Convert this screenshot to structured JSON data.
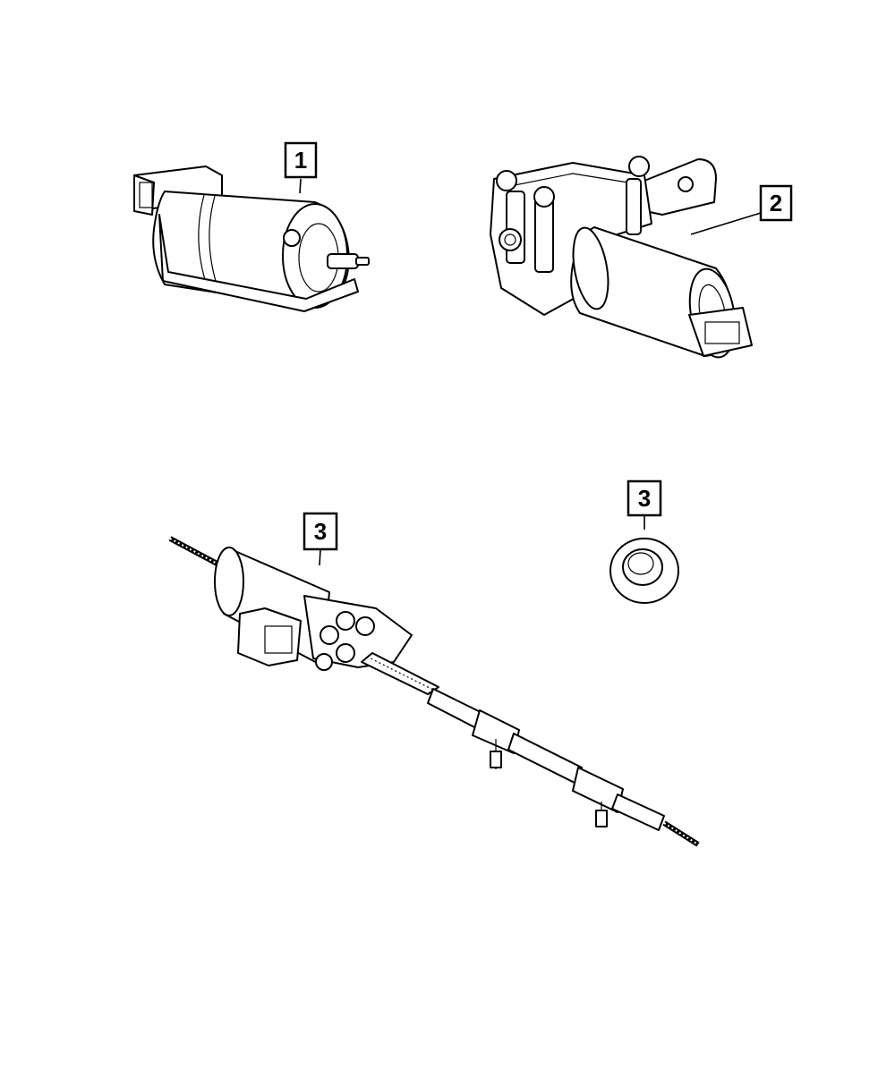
{
  "callouts": [
    {
      "label": "1",
      "part_name": "motor-1"
    },
    {
      "label": "2",
      "part_name": "motor-bracket-assembly-2"
    },
    {
      "label": "3",
      "part_name": "motor-cable-assembly-3"
    },
    {
      "label": "3",
      "part_name": "grommet-3"
    }
  ]
}
